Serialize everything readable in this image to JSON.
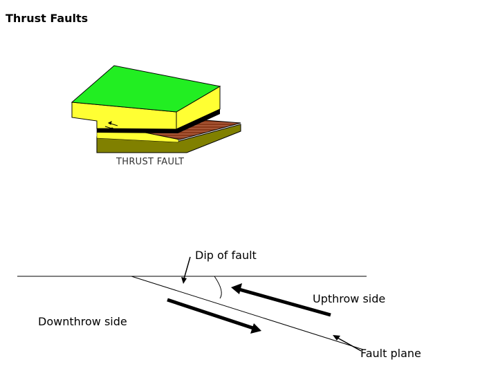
{
  "title": "Thrust Faults",
  "block_diagram": {
    "caption": "THRUST FAULT"
  },
  "labels": {
    "dip": "Dip of fault",
    "upthrow": "Upthrow side",
    "downthrow": "Downthrow side",
    "fault_plane": "Fault plane"
  },
  "colors": {
    "grass": "#22ee22",
    "yellow_layer": "#ffff33",
    "black_layer": "#000000",
    "olive_layer": "#808000",
    "brown_layer": "#8b3a1a",
    "line": "#000000"
  }
}
